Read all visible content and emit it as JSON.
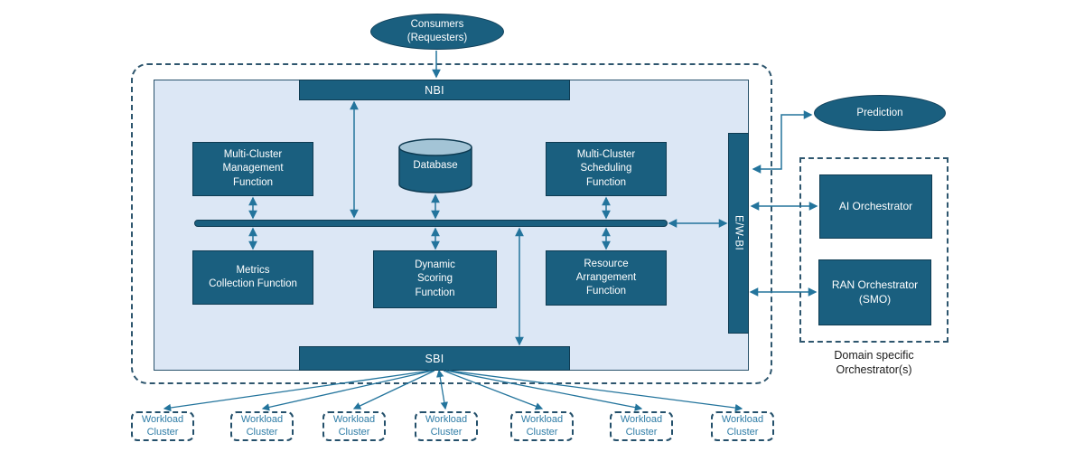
{
  "diagram": {
    "consumers": {
      "label": "Consumers\n(Requesters)"
    },
    "interfaces": {
      "nbi": "NBI",
      "sbi": "SBI",
      "ewbi": "E/W-BI"
    },
    "functions": {
      "management": {
        "label": "Multi-Cluster\nManagement\nFunction"
      },
      "database": {
        "label": "Database"
      },
      "scheduling": {
        "label": "Multi-Cluster\nScheduling\nFunction"
      },
      "metrics": {
        "label": "Metrics\nCollection Function"
      },
      "scoring": {
        "label": "Dynamic\nScoring\nFunction"
      },
      "resource": {
        "label": "Resource\nArrangement\nFunction"
      }
    },
    "prediction": {
      "label": "Prediction"
    },
    "orchestrators": {
      "ai": {
        "label": "AI Orchestrator"
      },
      "ran": {
        "label": "RAN Orchestrator\n(SMO)"
      },
      "group_label": "Domain specific\nOrchestrator(s)"
    },
    "workload_clusters": [
      {
        "label": "Workload\nCluster"
      },
      {
        "label": "Workload\nCluster"
      },
      {
        "label": "Workload\nCluster"
      },
      {
        "label": "Workload\nCluster"
      },
      {
        "label": "Workload\nCluster"
      },
      {
        "label": "Workload\nCluster"
      },
      {
        "label": "Workload\nCluster"
      }
    ]
  },
  "colors": {
    "node_fill": "#1A5F7F",
    "node_border": "#0E3B52",
    "platform_fill": "#DCE7F5",
    "platform_border": "#29526B",
    "dashed_border": "#2E566E",
    "connector": "#23749C",
    "cluster_text": "#2E7CA6",
    "database_top": "#A3C4D6",
    "text_on_node": "#FFFFFF"
  }
}
